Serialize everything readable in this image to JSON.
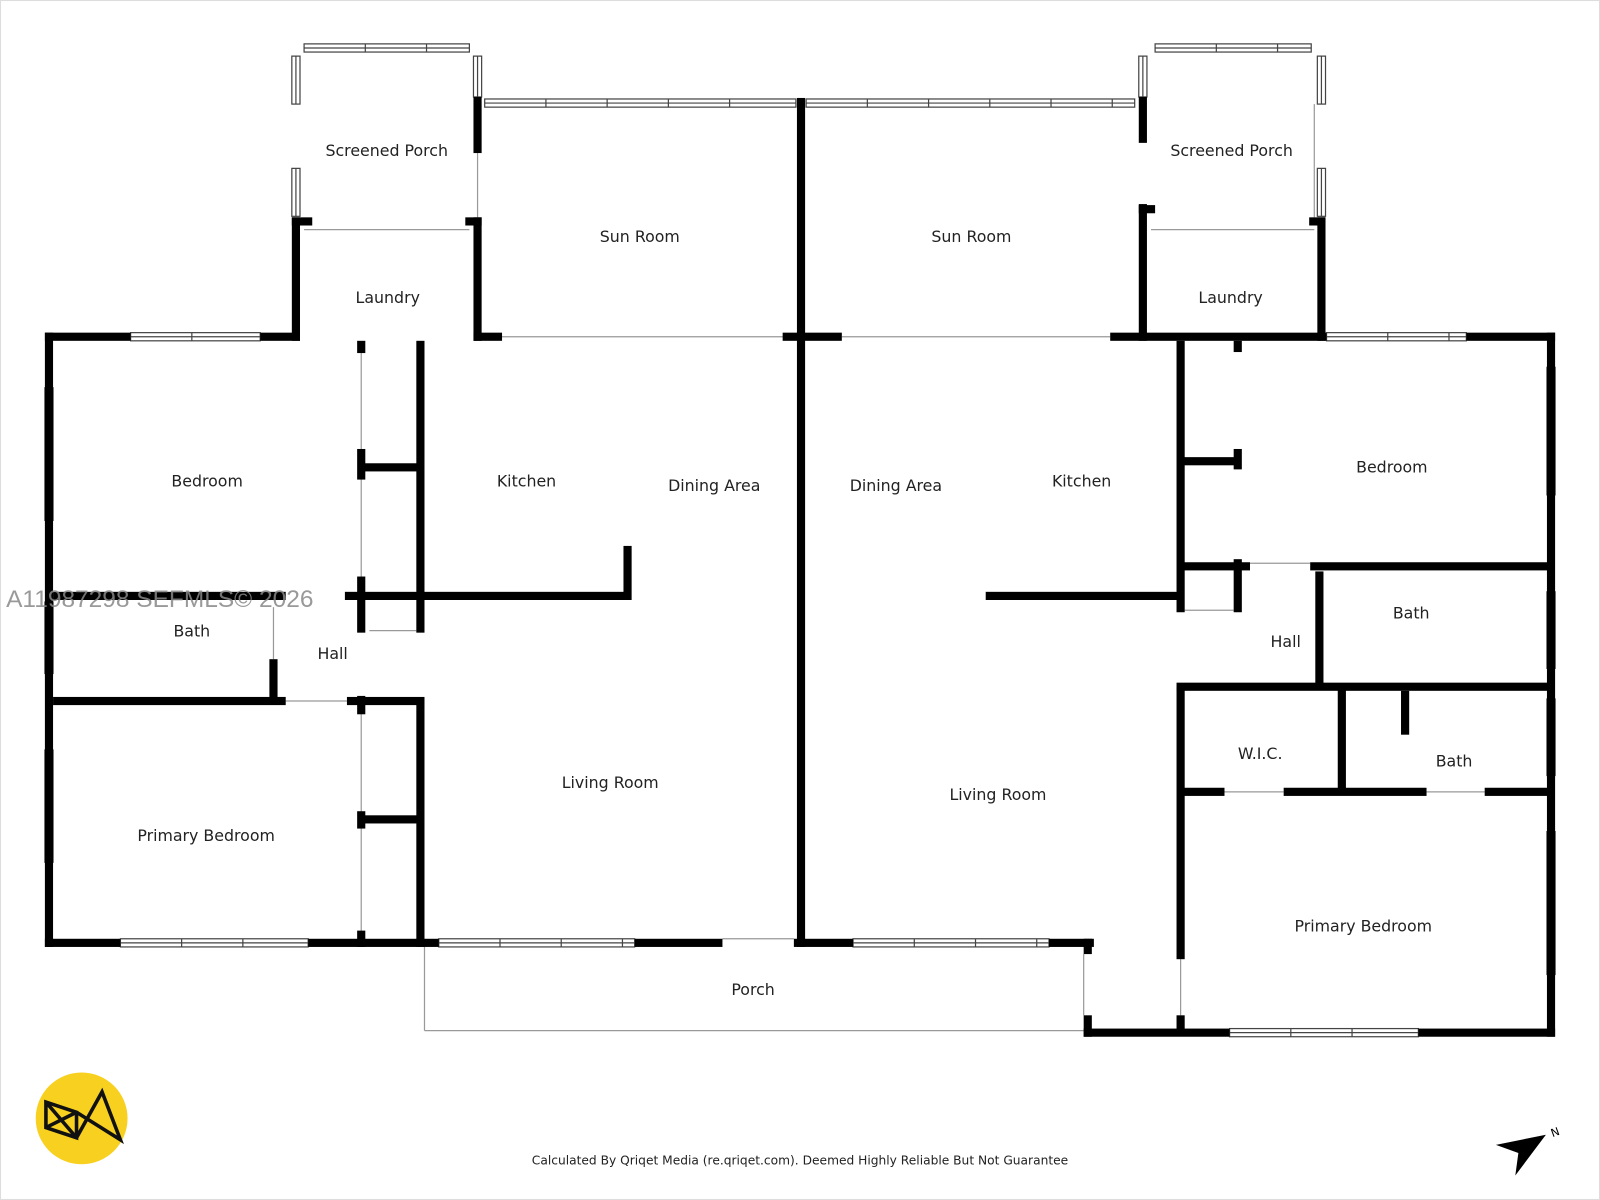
{
  "rooms": {
    "left": {
      "screened_porch": "Screened Porch",
      "laundry": "Laundry",
      "sun_room": "Sun Room",
      "bedroom": "Bedroom",
      "kitchen": "Kitchen",
      "dining_area": "Dining Area",
      "bath": "Bath",
      "hall": "Hall",
      "primary_bedroom": "Primary Bedroom",
      "living_room": "Living Room"
    },
    "right": {
      "screened_porch": "Screened Porch",
      "laundry": "Laundry",
      "sun_room": "Sun Room",
      "bedroom": "Bedroom",
      "kitchen": "Kitchen",
      "dining_area": "Dining Area",
      "bath": "Bath",
      "hall": "Hall",
      "wic": "W.I.C.",
      "bath2": "Bath",
      "primary_bedroom": "Primary Bedroom",
      "living_room": "Living Room"
    },
    "porch": "Porch"
  },
  "watermark": "A11987298  SEFMLS© 2026",
  "footer": "Calculated By Qriqet Media (re.qriqet.com). Deemed Highly Reliable But Not Guarantee",
  "logo": {
    "icon": "qriqet-logo",
    "color": "#f7d020"
  },
  "compass": {
    "icon": "north-arrow",
    "label": "N"
  }
}
